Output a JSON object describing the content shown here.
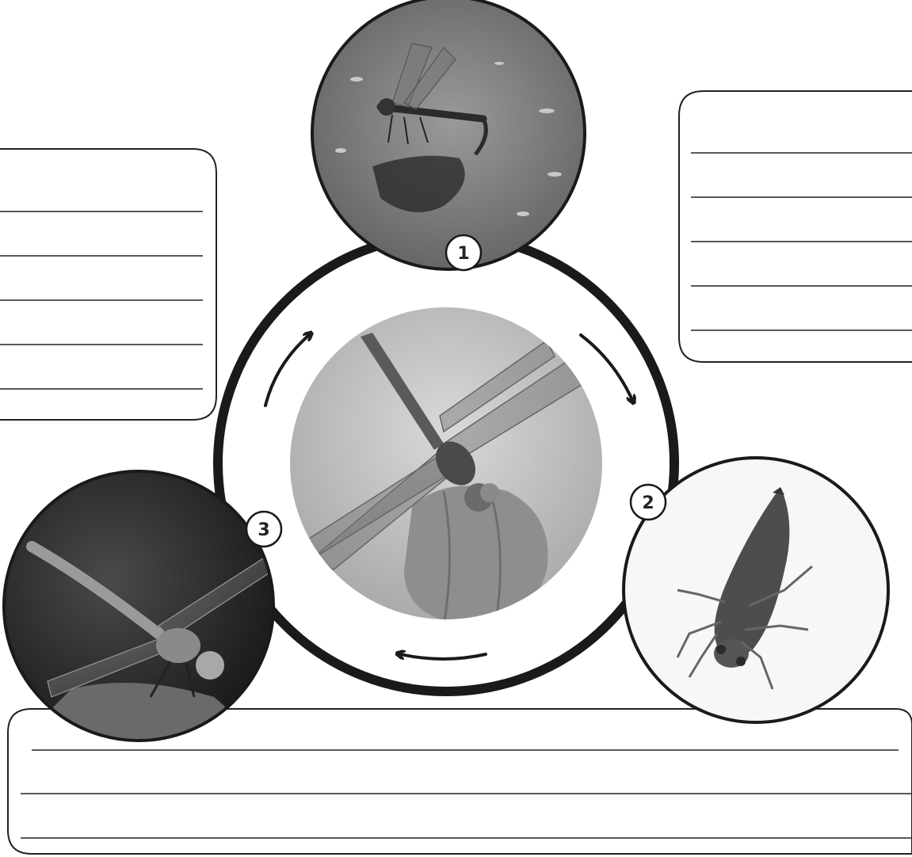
{
  "diagram": {
    "stages": [
      {
        "number": "1",
        "icon": "dragonfly-laying-eggs-in-water-photo"
      },
      {
        "number": "2",
        "icon": "dragonfly-nymph-photo"
      },
      {
        "number": "3",
        "icon": "dragonfly-emerging-adult-photo"
      }
    ],
    "center_icon": "adult-dragonfly-on-bud-photo",
    "arrows": [
      "arrow-to-stage-2",
      "arrow-to-stage-3",
      "arrow-to-stage-1"
    ],
    "write_boxes": [
      {
        "position": "left",
        "lines": 5
      },
      {
        "position": "right",
        "lines": 5
      },
      {
        "position": "bottom",
        "lines": 3
      }
    ],
    "colors": {
      "ink": "#1a1a1a",
      "paper": "#ffffff"
    }
  }
}
